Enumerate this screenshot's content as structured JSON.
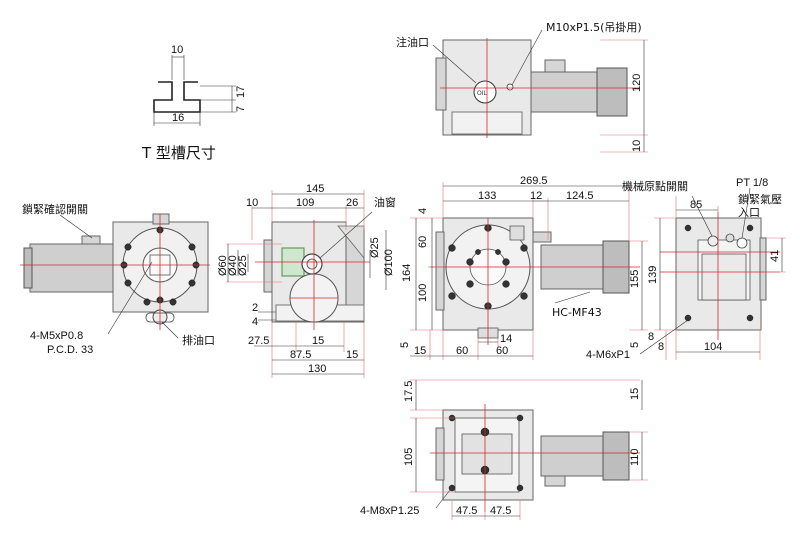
{
  "tslot": {
    "title": "T 型槽尺寸",
    "dim_top": "10",
    "dim_right_17": "17",
    "dim_right_7": "7",
    "dim_bottom": "16"
  },
  "top_view": {
    "oil_fill": "注油口",
    "lift_tap": "M10xP1.5(吊掛用)",
    "oil_mark": "OIL",
    "dim_120": "120",
    "dim_10": "10"
  },
  "left_view": {
    "sensor_switch": "鎖緊確認開關",
    "tap_label_1": "4-M5xP0.8",
    "tap_label_2": "P.C.D. 33",
    "oil_drain": "排油口"
  },
  "side_view": {
    "oil_window": "油窗",
    "dim_145": "145",
    "dim_10": "10",
    "dim_109": "109",
    "dim_26": "26",
    "dim_d60": "Ø60",
    "dim_d40": "Ø40",
    "dim_d25_left": "Ø25",
    "dim_d25_right": "Ø25",
    "dim_d100": "Ø100",
    "dim_2": "2",
    "dim_4": "4",
    "dim_27_5": "27.5",
    "dim_15_a": "15",
    "dim_87_5": "87.5",
    "dim_15_b": "15",
    "dim_130": "130"
  },
  "front_view": {
    "dim_269_5": "269.5",
    "dim_4": "4",
    "dim_133": "133",
    "dim_12": "12",
    "dim_124_5": "124.5",
    "dim_60_v": "60",
    "dim_164": "164",
    "dim_100": "100",
    "dim_155": "155",
    "motor_model": "HC-MF43",
    "dim_5_left": "5",
    "dim_5_right": "5",
    "dim_14": "14",
    "dim_15": "15",
    "dim_60_a": "60",
    "dim_60_b": "60"
  },
  "right_view": {
    "origin_switch": "機械原點開關",
    "pt": "PT 1/8",
    "air_inlet_1": "鎖緊氣壓",
    "air_inlet_2": "入口",
    "dim_85": "85",
    "dim_139": "139",
    "dim_41": "41",
    "dim_8_a": "8",
    "dim_8_b": "8",
    "dim_104": "104",
    "tap_label": "4-M6xP1"
  },
  "bottom_view": {
    "dim_17_5": "17.5",
    "dim_15": "15",
    "dim_105": "105",
    "dim_110": "110",
    "tap_label": "4-M8xP1.25",
    "dim_47_5_a": "47.5",
    "dim_47_5_b": "47.5"
  }
}
